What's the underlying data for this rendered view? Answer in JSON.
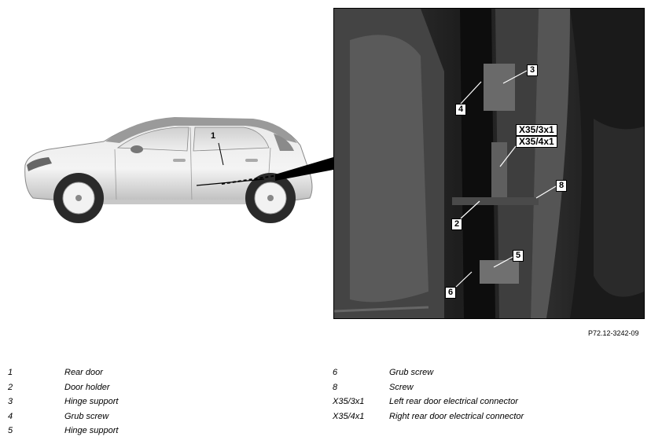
{
  "figure": {
    "reference": "P72.12-3242-09",
    "car_callout": "1",
    "photo_callouts": [
      "3",
      "4",
      "X35/3x1",
      "X35/4x1",
      "8",
      "2",
      "5",
      "6"
    ]
  },
  "legend": {
    "left": [
      {
        "num": "1",
        "desc": "Rear door"
      },
      {
        "num": "2",
        "desc": "Door holder"
      },
      {
        "num": "3",
        "desc": "Hinge support"
      },
      {
        "num": "4",
        "desc": "Grub screw"
      },
      {
        "num": "5",
        "desc": "Hinge support"
      }
    ],
    "right": [
      {
        "num": "6",
        "desc": "Grub screw"
      },
      {
        "num": "8",
        "desc": "Screw"
      },
      {
        "num": "X35/3x1",
        "desc": "Left rear door electrical connector"
      },
      {
        "num": "X35/4x1",
        "desc": "Right rear door electrical connector"
      }
    ]
  }
}
